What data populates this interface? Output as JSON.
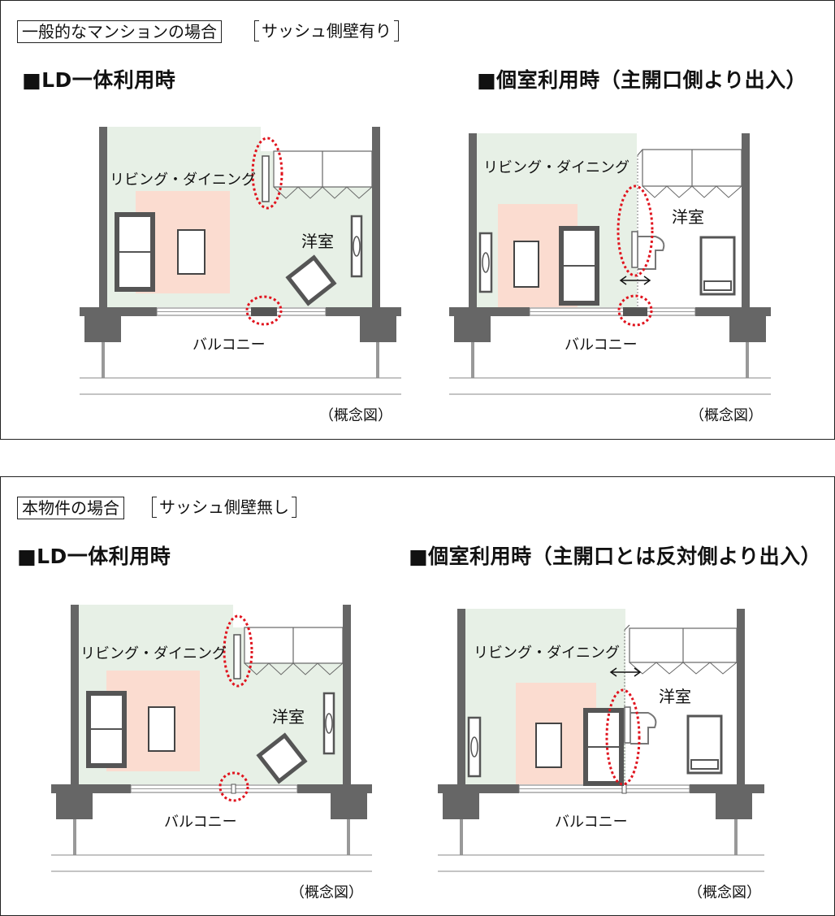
{
  "top": {
    "tag_label": "一般的なマンションの場合",
    "tag_bracket": "サッシュ側壁有り",
    "left_heading": "■LD一体利用時",
    "right_heading": "■個室利用時（主開口側より出入）",
    "left_plan": {
      "living_label": "リビング・ダイニング",
      "room_label": "洋室",
      "balcony_label": "バルコニー",
      "note": "（概念図）"
    },
    "right_plan": {
      "living_label": "リビング・ダイニング",
      "room_label": "洋室",
      "balcony_label": "バルコニー",
      "note": "（概念図）"
    }
  },
  "bottom": {
    "tag_label": "本物件の場合",
    "tag_bracket": "サッシュ側壁無し",
    "left_heading": "■LD一体利用時",
    "right_heading": "■個室利用時（主開口とは反対側より出入）",
    "left_plan": {
      "living_label": "リビング・ダイニング",
      "room_label": "洋室",
      "balcony_label": "バルコニー",
      "note": "（概念図）"
    },
    "right_plan": {
      "living_label": "リビング・ダイニング",
      "room_label": "洋室",
      "balcony_label": "バルコニー",
      "note": "（概念図）"
    }
  },
  "colors": {
    "living_fill": "#e7f0e6",
    "rug_fill": "#fbdcd0",
    "wall": "#666666",
    "highlight": "#e0141e"
  }
}
